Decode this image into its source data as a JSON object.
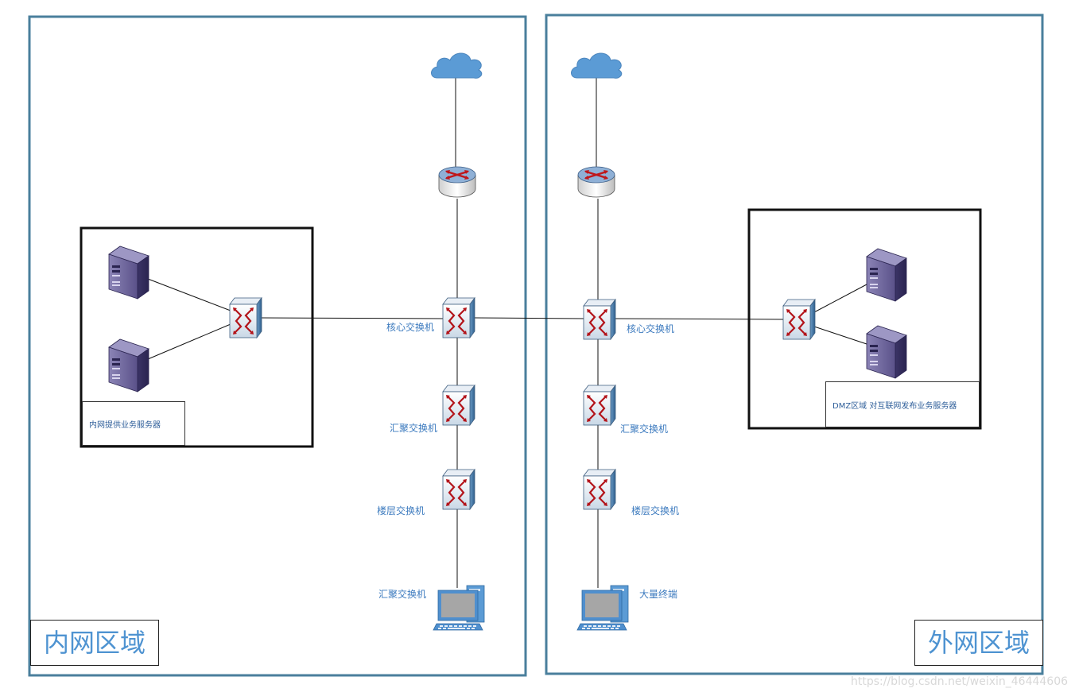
{
  "zones": {
    "inner": {
      "title": "内网区域",
      "server_group_caption": "内网提供业务服务器",
      "labels": {
        "core": "核心交换机",
        "agg": "汇聚交换机",
        "floor": "楼层交换机",
        "terminal": "汇聚交换机"
      }
    },
    "outer": {
      "title": "外网区域",
      "server_group_caption": "DMZ区域 对互联网发布业务服务器",
      "labels": {
        "core": "核心交换机",
        "agg": "汇聚交换机",
        "floor": "楼层交换机",
        "terminal": "大量终端"
      }
    }
  },
  "watermark": "https://blog.csdn.net/weixin_46444606",
  "colors": {
    "zone_border": "#4a7f9c",
    "label": "#3d7bbf",
    "cloud": "#5b9bd5",
    "switch_face": "#9ab8d4",
    "arrow": "#c0161a"
  },
  "icons": [
    "cloud-icon",
    "router-icon",
    "switch-icon",
    "server-icon",
    "computer-icon"
  ]
}
